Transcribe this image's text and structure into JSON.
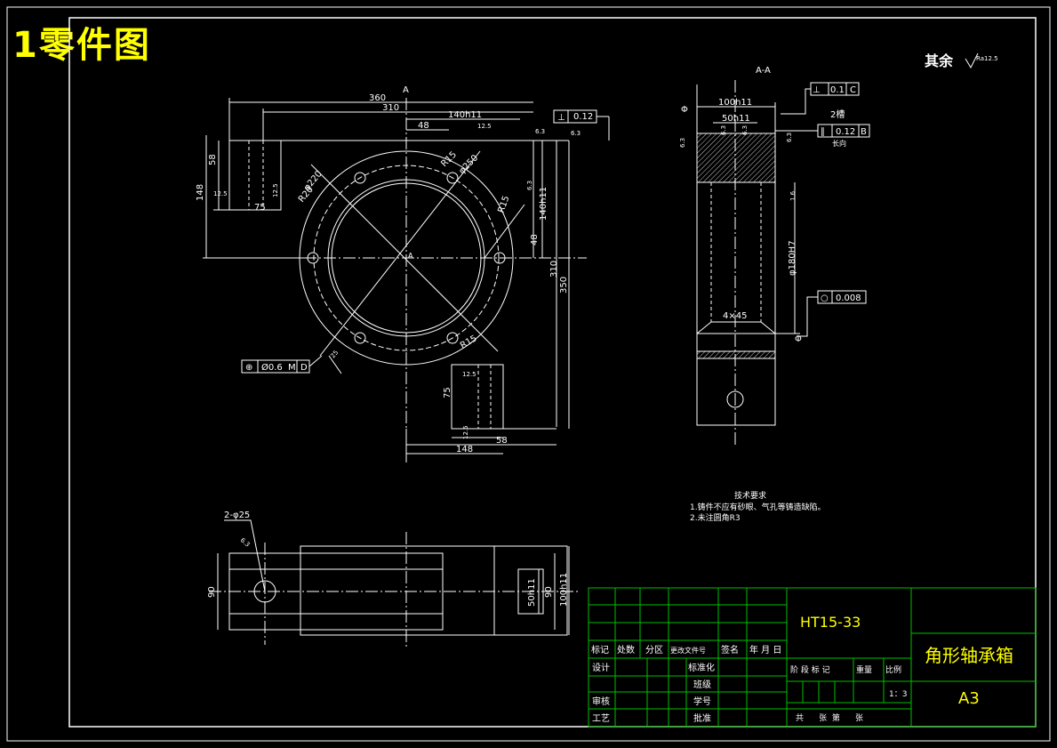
{
  "page_title": "1零件图",
  "drawing": {
    "section_label": "A-A",
    "section_marker": "A",
    "surface_finish_note": "其余",
    "surface_finish_value": "Ra12.5",
    "tech_req": {
      "title": "技术要求",
      "line1": "1.铸件不应有砂眼、气孔等铸造缺陷。",
      "line2": "2.未注圆角R3"
    },
    "plan_dims": {
      "d360": "360",
      "d310": "310",
      "d140h11": "140h11",
      "d48": "48",
      "d58": "58",
      "d148": "148",
      "d75": "75",
      "r15a": "R15",
      "phi250": "φ250",
      "phi220": "φ220",
      "r20": "R20",
      "r15b": "R15",
      "d140h11v": "140h11",
      "d48v": "48",
      "d310v": "310",
      "d350": "350",
      "r15c": "R15",
      "d75b": "75",
      "d58b": "58",
      "d148b": "148",
      "f125a": "12.5",
      "f125b": "12.5",
      "f63a": "6.3",
      "f63b": "6.3",
      "f63c": "6.3",
      "f125c": "12.5",
      "f125d": "12.5",
      "f125e": "12.5",
      "f25": "25"
    },
    "tolerances": {
      "perp_plan": "0.12",
      "position_plan": "Ø0.6",
      "position_mod": "M",
      "position_datum": "D",
      "perp_section": "0.1",
      "perp_section_datum": "C",
      "parallel_section": "0.12",
      "parallel_section_datum": "B",
      "roundness": "0.008"
    },
    "section_dims": {
      "d100h11": "100h11",
      "d50h11": "50h11",
      "slot": "2槽",
      "length": "长向",
      "bore": "φ180H7",
      "chamfer": "4×45",
      "f63l": "6.3",
      "f63m": "6.3",
      "f63r": "6.3",
      "f63s": "6.3",
      "f16": "1.6",
      "datum_phi": "Φ"
    },
    "front_dims": {
      "holes": "2-φ25",
      "d90": "90",
      "d50h11": "50h11",
      "d90b": "90",
      "d100h11": "100h11",
      "f63": "6.3"
    }
  },
  "title_block": {
    "material": "HT15-33",
    "part_name": "角形轴承箱",
    "sheet_size": "A3",
    "row_labels": [
      "标记",
      "处数",
      "分区",
      "更改文件号",
      "签名",
      "年 月 日"
    ],
    "designer": "设计",
    "reviewer": "审核",
    "process": "工艺",
    "standardize": "标准化",
    "class": "班级",
    "student_id": "学号",
    "approve": "批准",
    "stage_mark": "阶 段 标 记",
    "weight": "重量",
    "scale_label": "比例",
    "scale_value": "1：3",
    "sheets": "共      张  第      张"
  }
}
